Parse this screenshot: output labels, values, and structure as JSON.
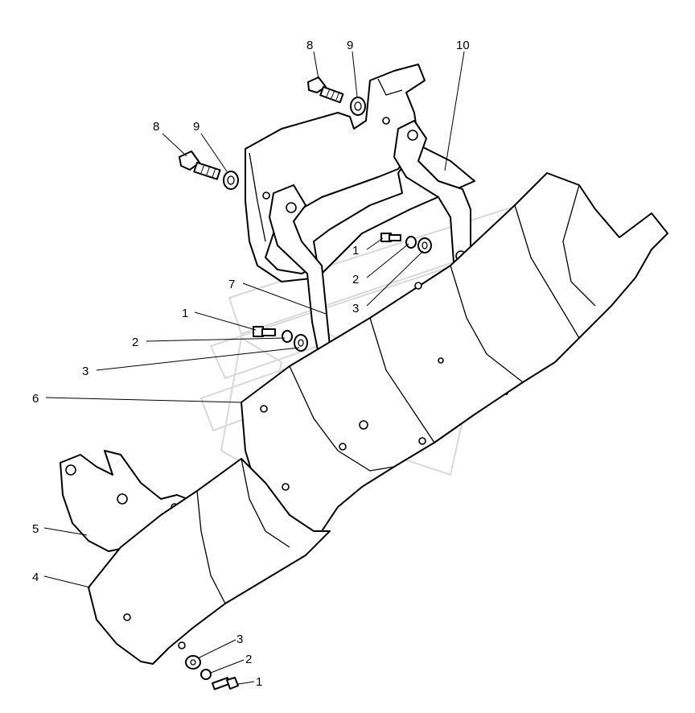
{
  "callouts": [
    {
      "id": "c-8a",
      "label": "8"
    },
    {
      "id": "c-9a",
      "label": "9"
    },
    {
      "id": "c-10",
      "label": "10"
    },
    {
      "id": "c-8b",
      "label": "8"
    },
    {
      "id": "c-9b",
      "label": "9"
    },
    {
      "id": "c-1a",
      "label": "1"
    },
    {
      "id": "c-2a",
      "label": "2"
    },
    {
      "id": "c-3a",
      "label": "3"
    },
    {
      "id": "c-7",
      "label": "7"
    },
    {
      "id": "c-1b",
      "label": "1"
    },
    {
      "id": "c-2b",
      "label": "2"
    },
    {
      "id": "c-3b",
      "label": "3"
    },
    {
      "id": "c-6",
      "label": "6"
    },
    {
      "id": "c-5",
      "label": "5"
    },
    {
      "id": "c-4",
      "label": "4"
    },
    {
      "id": "c-3c",
      "label": "3"
    },
    {
      "id": "c-2c",
      "label": "2"
    },
    {
      "id": "c-1c",
      "label": "1"
    }
  ]
}
